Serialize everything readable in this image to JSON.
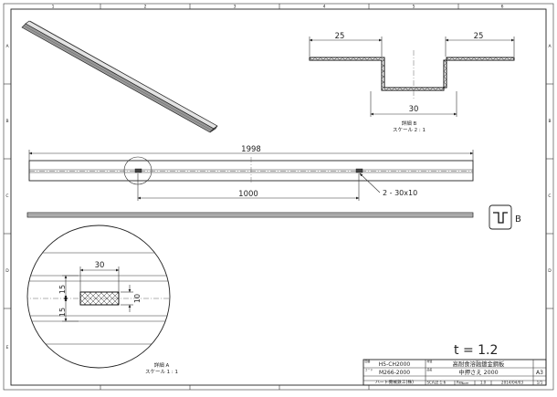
{
  "border": {
    "top_zones": [
      "1",
      "2",
      "3",
      "4",
      "5",
      "6"
    ],
    "side_zones": [
      "A",
      "B",
      "C",
      "D",
      "E"
    ]
  },
  "section_b": {
    "dim_left": "25",
    "dim_right": "25",
    "dim_bottom": "30",
    "label": "詳細 B",
    "scale": "スケール 2 : 1"
  },
  "top_view": {
    "dim_length": "1998",
    "dim_pitch": "1000",
    "hole_callout": "2 - 30x10"
  },
  "section_mark": {
    "label": "B"
  },
  "detail_a": {
    "dim_width": "30",
    "dim_upper": "15",
    "dim_lower": "15",
    "dim_slot": "10",
    "label": "詳細 A",
    "scale": "スケール 1 : 1"
  },
  "thickness_note": "t = 1.2",
  "title_block": {
    "drawing_no_label": "図番",
    "drawing_no": "H5-CH2000",
    "code_label": "コード",
    "code": "M266-2000",
    "company": "ハート機械鉄工(株)",
    "material_label": "材質",
    "material": "高耐食溶融鍍金鋼板",
    "name_label": "品名",
    "name": "中押さえ 2000",
    "scale": "SCALE:1:6",
    "rev_label": "Rev.",
    "rev": "1.0",
    "date_label": "DATE",
    "date": "2014/04/03",
    "size": "A3",
    "sheet": "1/1"
  }
}
